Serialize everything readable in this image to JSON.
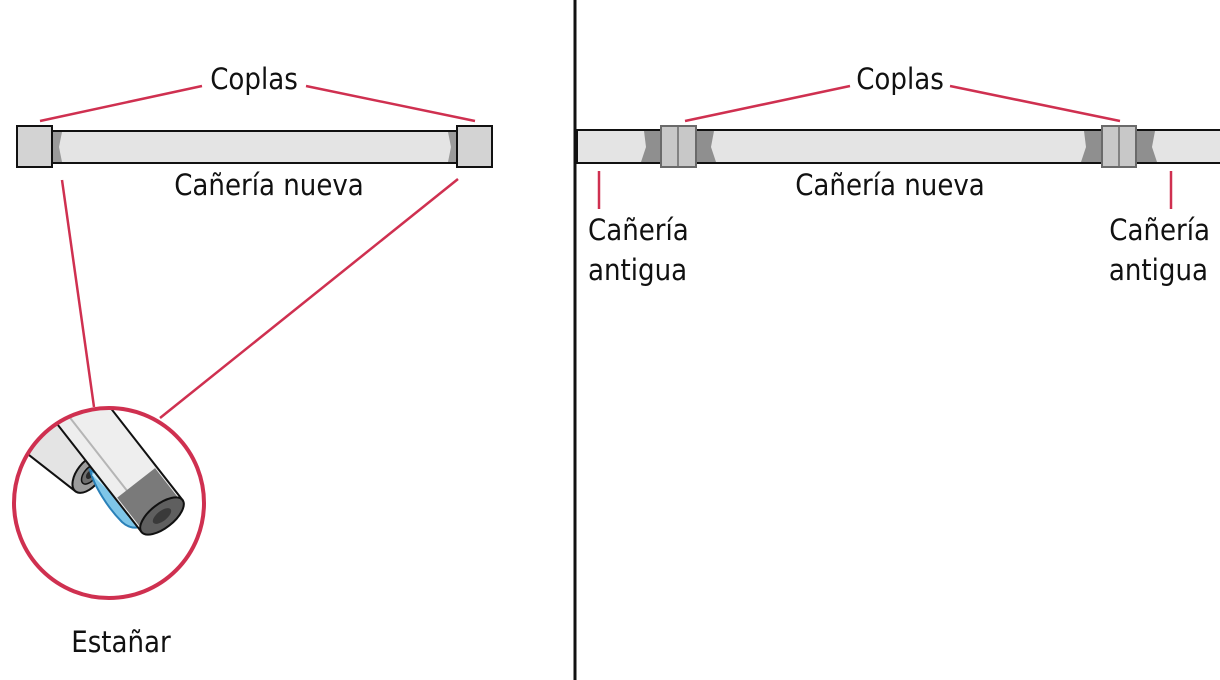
{
  "left_panel": {
    "couplings_label": "Coplas",
    "pipe_label": "Cañería nueva",
    "detail_label": "Estañar"
  },
  "right_panel": {
    "couplings_label": "Coplas",
    "pipe_label": "Cañería nueva",
    "old_pipe_left_line1": "Cañería",
    "old_pipe_left_line2": "antigua",
    "old_pipe_right_line1": "Cañería",
    "old_pipe_right_line2": "antigua"
  },
  "colors": {
    "leader": "#cf3050",
    "pipe_fill": "#e4e4e4",
    "coupling_fill": "#d3d3d3",
    "solder_shadow": "#8a8a8a",
    "outline": "#111111",
    "flame": "#7fc6e8"
  }
}
